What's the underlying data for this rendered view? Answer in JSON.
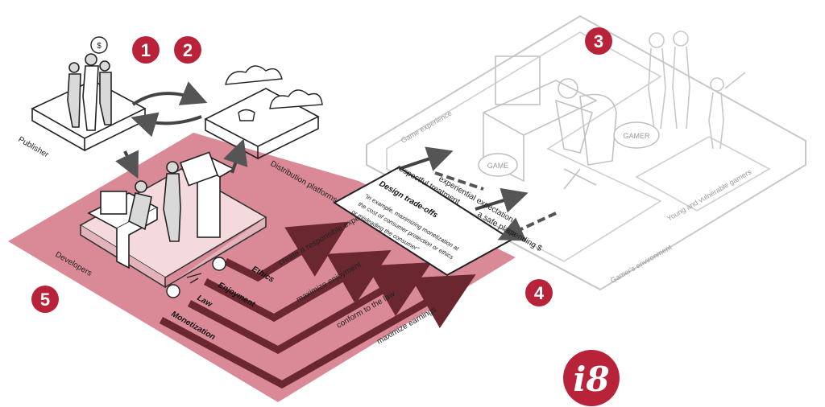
{
  "badges": {
    "b1": "1",
    "b2": "2",
    "b3": "3",
    "b4": "4",
    "b5": "5"
  },
  "labels": {
    "publisher": "Publisher",
    "distribution": "Distribution platforms",
    "developers": "Developers",
    "game_experience": "Game experience",
    "young_gamers": "Young and vulnerable gamers",
    "gamers_environment": "Gamer's environment",
    "gamer_bubble_1": "GAMER",
    "game_bubble": "GAME",
    "dollar_bubble": "$"
  },
  "values": {
    "ethics": "Ethics",
    "enjoyment": "Enjoyment",
    "law": "Law",
    "monetization": "Monetization"
  },
  "goals": {
    "ethics": "create a responsible experience",
    "enjoyment": "maximize enjoyment",
    "law": "conform to the law",
    "monetization": "maximize earnings"
  },
  "tradeoffs": {
    "title": "Design trade-offs",
    "desc_1": "\"in example, maximizing monetization at",
    "desc_2": "the cost of consumer protection or ethics",
    "desc_3": "or misleading the consumer\""
  },
  "exchanges": {
    "respectful": "respectful treatment",
    "experiential": "experiential expectation",
    "safe": "a safe place",
    "spending": "spending $"
  },
  "logo": {
    "name": "logo-i8",
    "text": "i8"
  },
  "colors": {
    "accent": "#b8233a",
    "region": "#d98a96",
    "ink": "#222222",
    "grey": "#bfbfbf"
  }
}
